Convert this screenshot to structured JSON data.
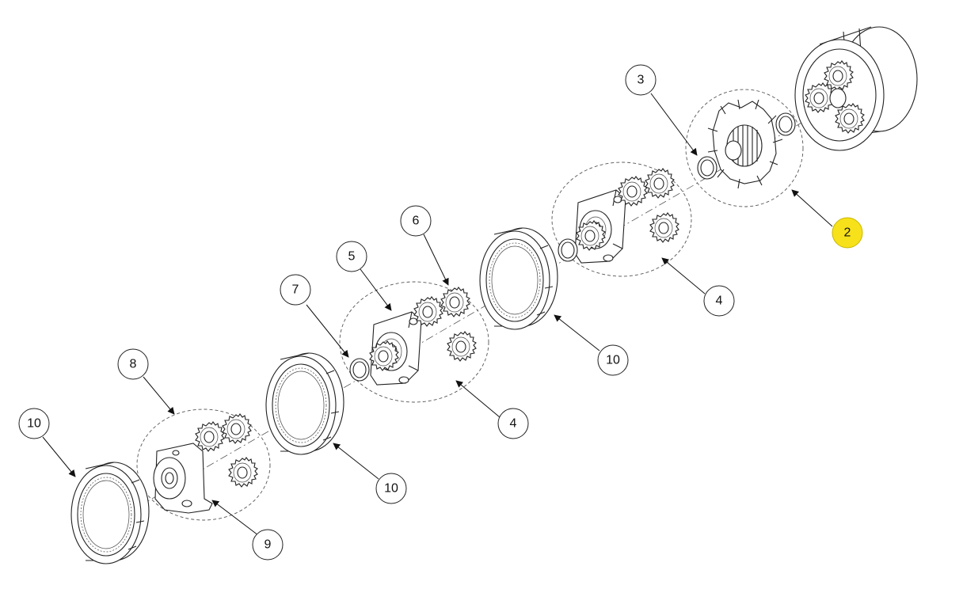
{
  "callouts": [
    {
      "id": "c2",
      "label": "2",
      "highlighted": true
    },
    {
      "id": "c3",
      "label": "3",
      "highlighted": false
    },
    {
      "id": "c4a",
      "label": "4",
      "highlighted": false
    },
    {
      "id": "c4b",
      "label": "4",
      "highlighted": false
    },
    {
      "id": "c5",
      "label": "5",
      "highlighted": false
    },
    {
      "id": "c6",
      "label": "6",
      "highlighted": false
    },
    {
      "id": "c7",
      "label": "7",
      "highlighted": false
    },
    {
      "id": "c8",
      "label": "8",
      "highlighted": false
    },
    {
      "id": "c9",
      "label": "9",
      "highlighted": false
    },
    {
      "id": "c10a",
      "label": "10",
      "highlighted": false
    },
    {
      "id": "c10b",
      "label": "10",
      "highlighted": false
    },
    {
      "id": "c10c",
      "label": "10",
      "highlighted": false
    }
  ],
  "colors": {
    "highlight": "#f7e11a",
    "line": "#222222",
    "background": "#ffffff"
  }
}
